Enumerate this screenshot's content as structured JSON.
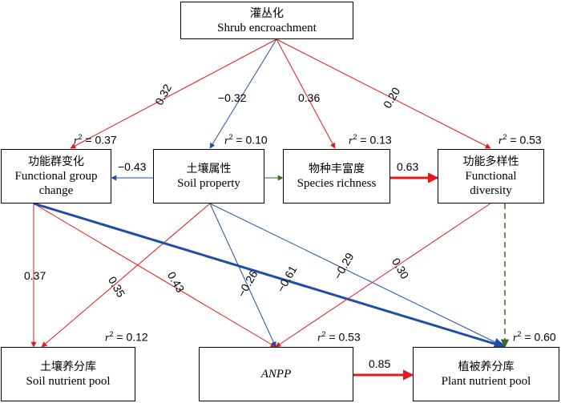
{
  "nodes": {
    "shrub": {
      "zh": "灌丛化",
      "en": "Shrub encroachment"
    },
    "functional_group": {
      "zh": "功能群变化",
      "en": "Functional group change",
      "r2": "0.37"
    },
    "soil_property": {
      "zh": "土壤属性",
      "en": "Soil property",
      "r2": "0.10"
    },
    "species_richness": {
      "zh": "物种丰富度",
      "en": "Species richness",
      "r2": "0.13"
    },
    "functional_diversity": {
      "zh": "功能多样性",
      "en": "Functional diversity",
      "r2": "0.53"
    },
    "soil_nutrient": {
      "zh": "土壤养分库",
      "en": "Soil nutrient pool",
      "r2": "0.12"
    },
    "anpp": {
      "en": "ANPP",
      "r2": "0.53"
    },
    "plant_nutrient": {
      "zh": "植被养分库",
      "en": "Plant nutrient pool",
      "r2": "0.60"
    }
  },
  "r2_prefix": "r",
  "r2_exp": "2",
  "r2_eq": " = ",
  "colors": {
    "positive": "#e31a1c",
    "negative": "#1f4ea8",
    "nonsignificant": "#3a6b1f"
  },
  "paths": [
    {
      "from": "shrub",
      "to": "functional_group",
      "coef": "0.32",
      "sign": "positive"
    },
    {
      "from": "shrub",
      "to": "soil_property",
      "coef": "−0.32",
      "sign": "negative"
    },
    {
      "from": "shrub",
      "to": "species_richness",
      "coef": "0.36",
      "sign": "positive"
    },
    {
      "from": "shrub",
      "to": "functional_diversity",
      "coef": "0.20",
      "sign": "positive"
    },
    {
      "from": "soil_property",
      "to": "functional_group",
      "coef": "−0.43",
      "sign": "negative"
    },
    {
      "from": "soil_property",
      "to": "species_richness",
      "coef": "",
      "sign": "nonsignificant"
    },
    {
      "from": "species_richness",
      "to": "functional_diversity",
      "coef": "0.63",
      "sign": "positive"
    },
    {
      "from": "functional_group",
      "to": "soil_nutrient",
      "coef": "0.37",
      "sign": "positive"
    },
    {
      "from": "soil_property",
      "to": "soil_nutrient",
      "coef": "0.35",
      "sign": "positive"
    },
    {
      "from": "functional_group",
      "to": "anpp",
      "coef": "0.43",
      "sign": "positive"
    },
    {
      "from": "soil_property",
      "to": "anpp",
      "coef": "−0.26",
      "sign": "negative"
    },
    {
      "from": "functional_group",
      "to": "plant_nutrient",
      "coef": "−0.61",
      "sign": "negative"
    },
    {
      "from": "soil_property",
      "to": "plant_nutrient",
      "coef": "−0.29",
      "sign": "negative"
    },
    {
      "from": "functional_diversity",
      "to": "anpp",
      "coef": "0.30",
      "sign": "positive"
    },
    {
      "from": "functional_diversity",
      "to": "plant_nutrient",
      "coef": "",
      "sign": "nonsignificant"
    },
    {
      "from": "anpp",
      "to": "plant_nutrient",
      "coef": "0.85",
      "sign": "positive"
    }
  ]
}
